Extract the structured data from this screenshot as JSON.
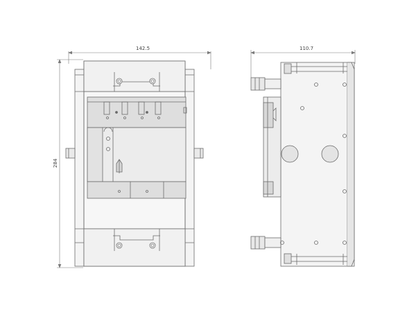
{
  "dimensions": {
    "front_width": "142.5",
    "side_depth": "110.7",
    "front_height": "284"
  },
  "colors": {
    "line": "#6b6b6b",
    "body_fill": "#f4f4f4",
    "panel_fill": "#dedede",
    "shade_fill": "#c8c8c8",
    "dimension_line": "#7a7a7a",
    "background": "#ffffff"
  }
}
